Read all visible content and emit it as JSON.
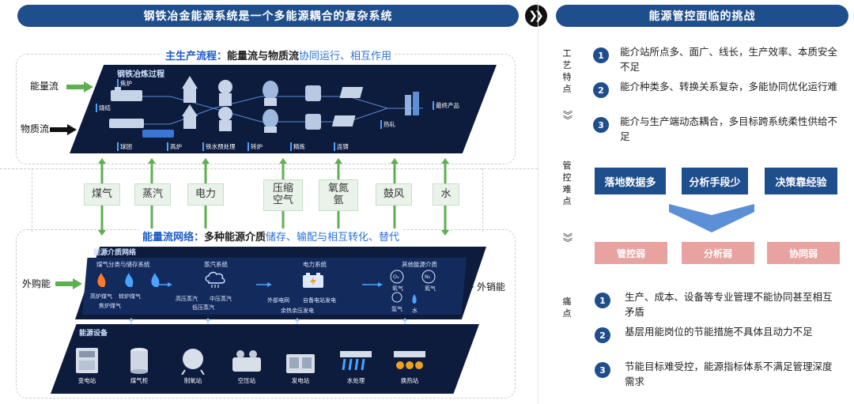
{
  "left": {
    "banner": "钢铁冶金能源系统是一个多能源耦合的复杂系统",
    "main_title_bold": "主生产流程：",
    "main_title_normal": "能量流与物质流",
    "main_title_blue": "协同运行、相互作用",
    "flow_label_energy": "能量流",
    "flow_label_material": "物质流",
    "steel_panel": {
      "title": "钢铁冶炼过程",
      "tags": [
        "焦炉",
        "烧结",
        "球团",
        "高炉",
        "铁水预处理",
        "转炉",
        "精炼",
        "连铸",
        "热轧",
        "最终产品"
      ]
    },
    "media": [
      "煤气",
      "蒸汽",
      "电力",
      "压缩\n空气",
      "氧氮\n氩",
      "鼓风",
      "水"
    ],
    "network_title_bold": "能量流网络：",
    "network_title_normal": "多种能源介质",
    "network_title_blue": "储存、输配与相互转化、替代",
    "buy_label": "外购能",
    "sell_label": "外销能",
    "media_panel": {
      "title": "能源介质网络",
      "systems": [
        {
          "name": "煤气分类与储存系统",
          "labels": [
            "高炉煤气",
            "转炉煤气",
            "焦炉煤气"
          ]
        },
        {
          "name": "蒸汽系统",
          "labels": [
            "高压蒸汽",
            "中压蒸汽",
            "低压蒸汽"
          ]
        },
        {
          "name": "电力系统",
          "labels": [
            "外部电网",
            "自备电站发电",
            "余热余压发电"
          ]
        },
        {
          "name": "其他能源介质",
          "labels": [
            "O₂",
            "N₂",
            "氧气",
            "氮气",
            "氩气",
            "水"
          ]
        }
      ]
    },
    "equipment_panel": {
      "title": "能源设备",
      "items": [
        "变电站",
        "煤气柜",
        "制氧站",
        "空压站",
        "发电站",
        "水处理",
        "换热站"
      ]
    }
  },
  "right": {
    "banner": "能源管控面临的挑战",
    "process_label": "工艺特点",
    "process_items": [
      {
        "num": "1",
        "text": "能介站所点多、面广、线长，生产效率、本质安全不足"
      },
      {
        "num": "2",
        "text": "能介种类多、转换关系复杂，多能协同优化运行难"
      },
      {
        "num": "3",
        "text": "能介与生产端动态耦合，多目标跨系统柔性供给不足"
      }
    ],
    "control_label": "管控难点",
    "difficulty_buttons": [
      "落地数据多",
      "分析手段少",
      "决策靠经验"
    ],
    "weak_buttons": [
      "管控弱",
      "分析弱",
      "协同弱"
    ],
    "pain_label": "痛点",
    "pain_items": [
      {
        "num": "1",
        "text": "生产、成本、设备等专业管理不能协同甚至相互矛盾"
      },
      {
        "num": "2",
        "text": "基层用能岗位的节能措施不具体且动力不足"
      },
      {
        "num": "3",
        "text": "节能目标难受控，能源指标体系不满足管理深度需求"
      }
    ],
    "colors": {
      "navy": "#1f4e8c",
      "pink": "#e8a3a0",
      "green": "#5db04f"
    }
  }
}
